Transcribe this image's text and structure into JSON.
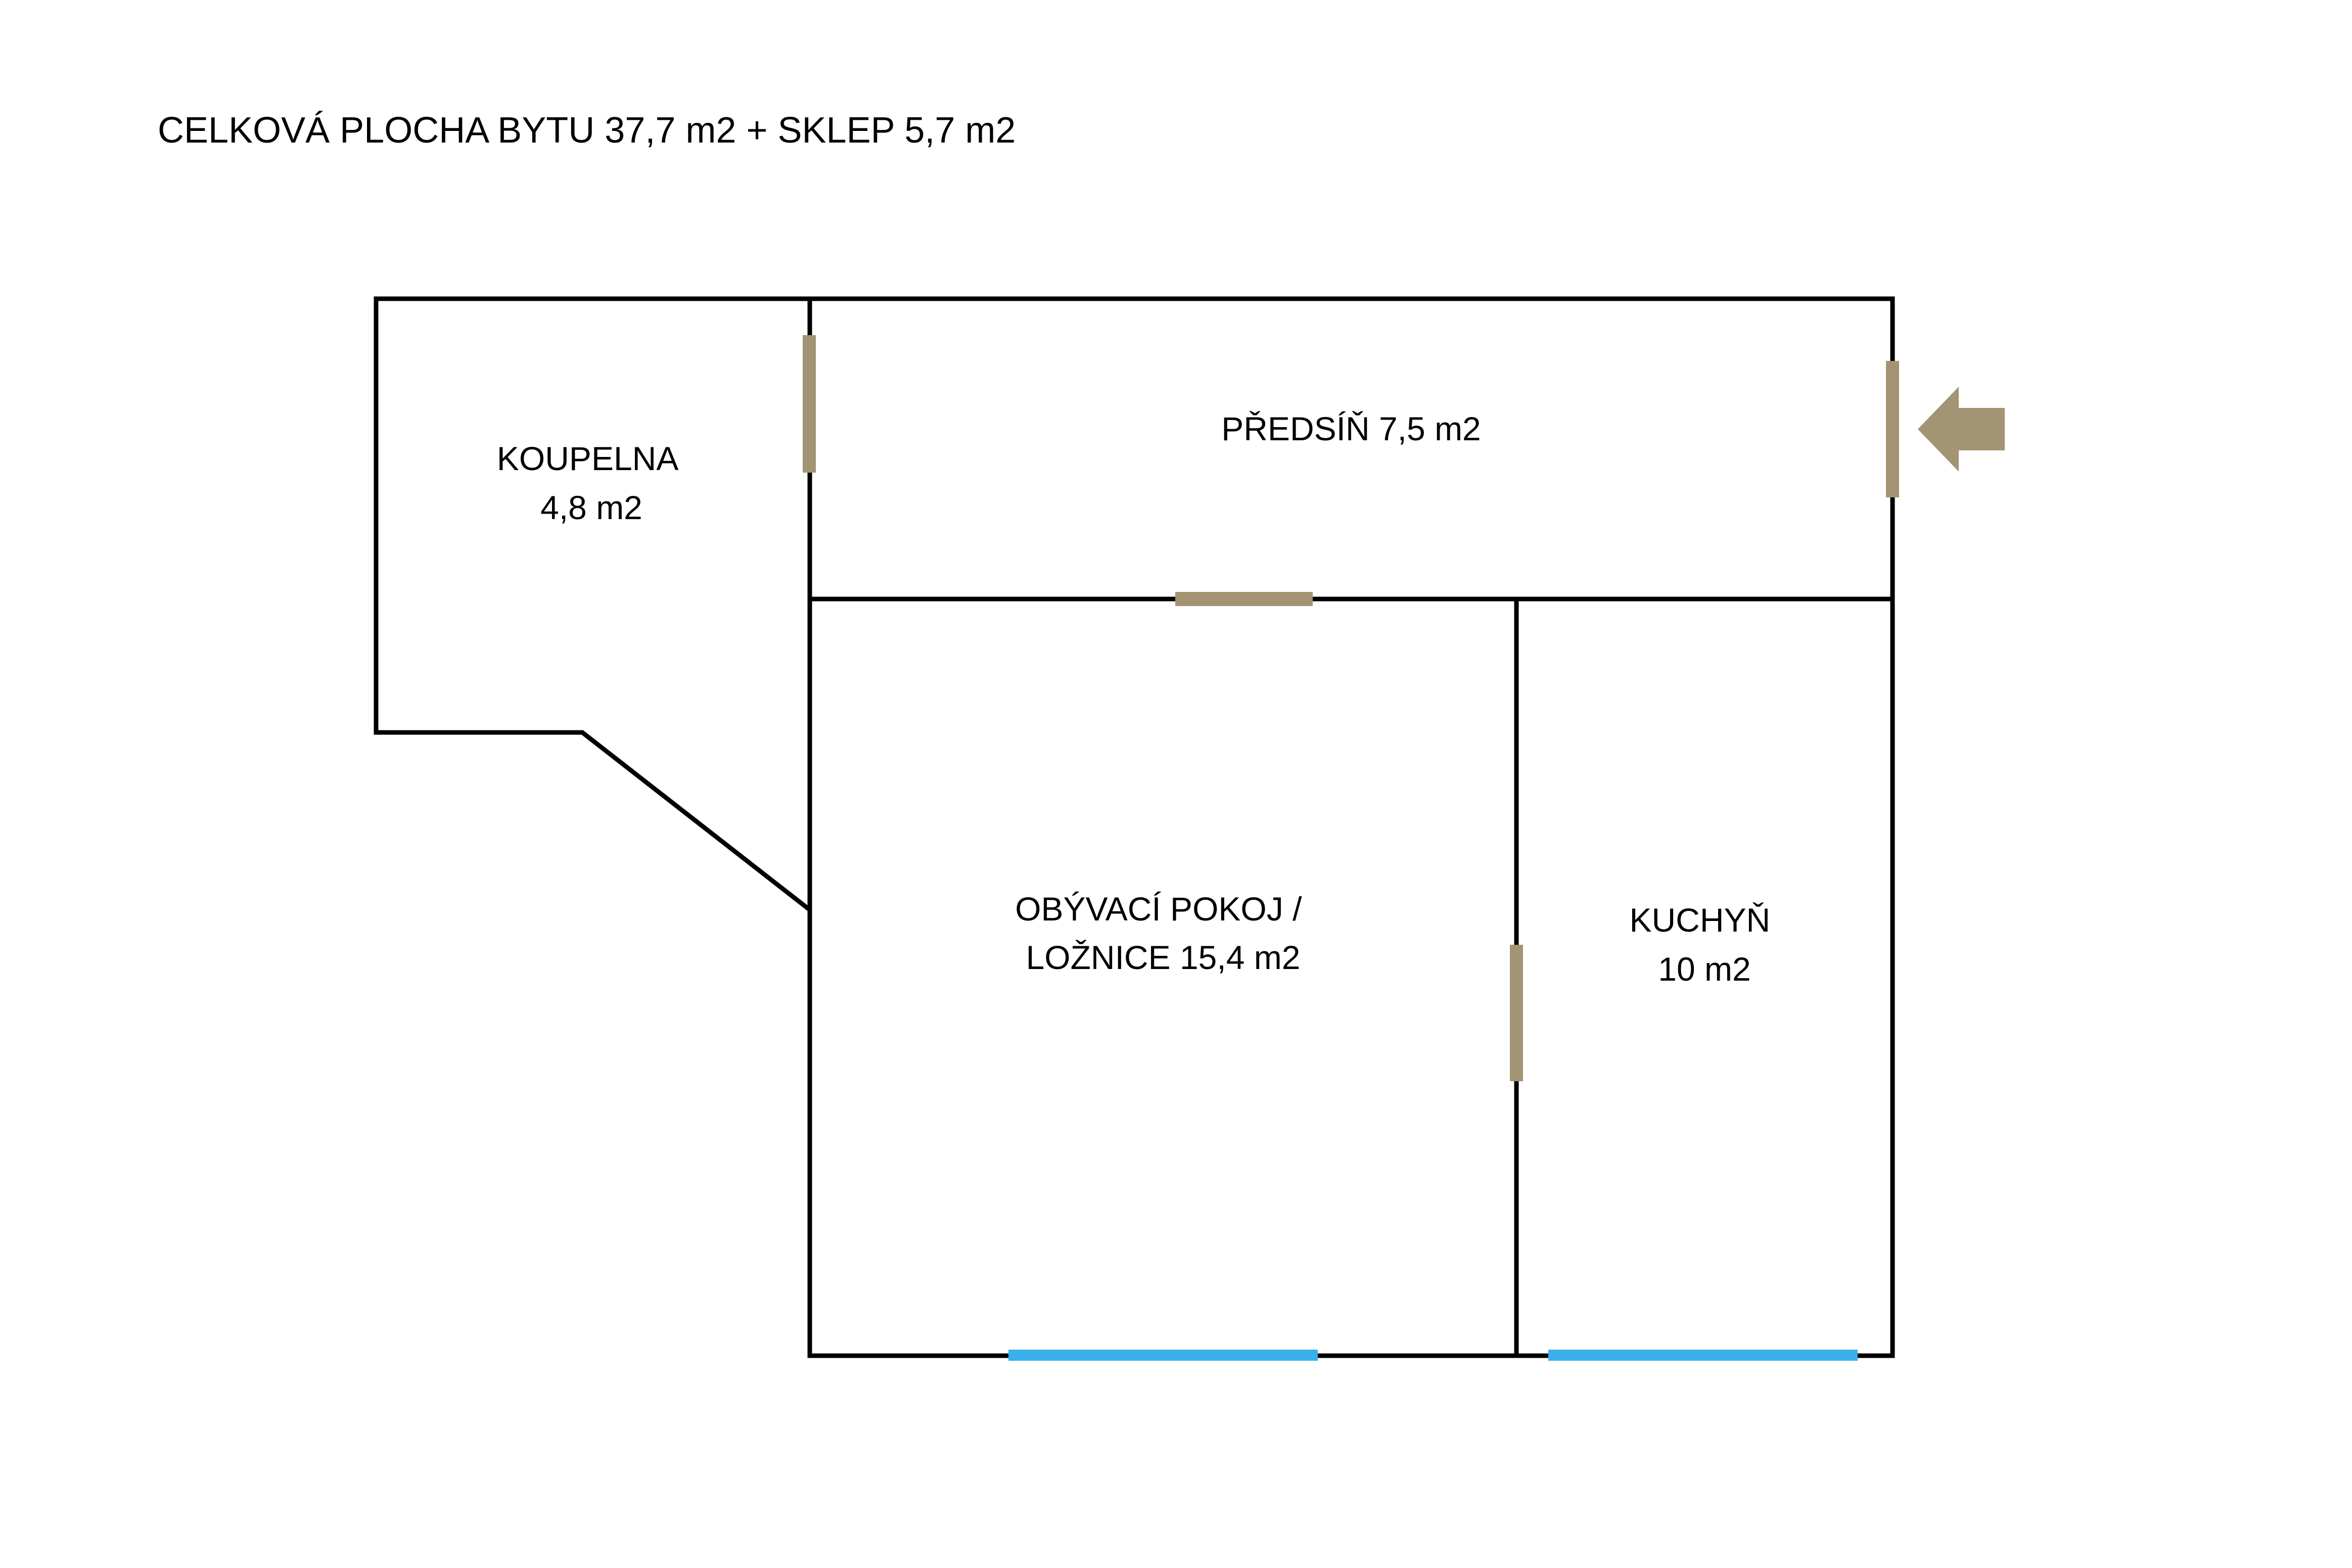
{
  "header": {
    "title": "CELKOVÁ PLOCHA BYTU 37,7 m2 + SKLEP 5,7 m2"
  },
  "rooms": {
    "koupelna": {
      "line1": "KOUPELNA",
      "line2": "4,8 m2"
    },
    "predsin": {
      "line1": "PŘEDSÍŇ 7,5 m2"
    },
    "obyvaci": {
      "line1": "OBÝVACÍ POKOJ /",
      "line2": "LOŽNICE 15,4 m2"
    },
    "kuchyn": {
      "line1": "KUCHYŇ",
      "line2": "10 m2"
    }
  },
  "colors": {
    "wall": "#000000",
    "door": "#a39473",
    "window": "#3ab0ea",
    "entrance_arrow": "#a39473"
  },
  "icons": {
    "entrance": "arrow-left-icon"
  }
}
